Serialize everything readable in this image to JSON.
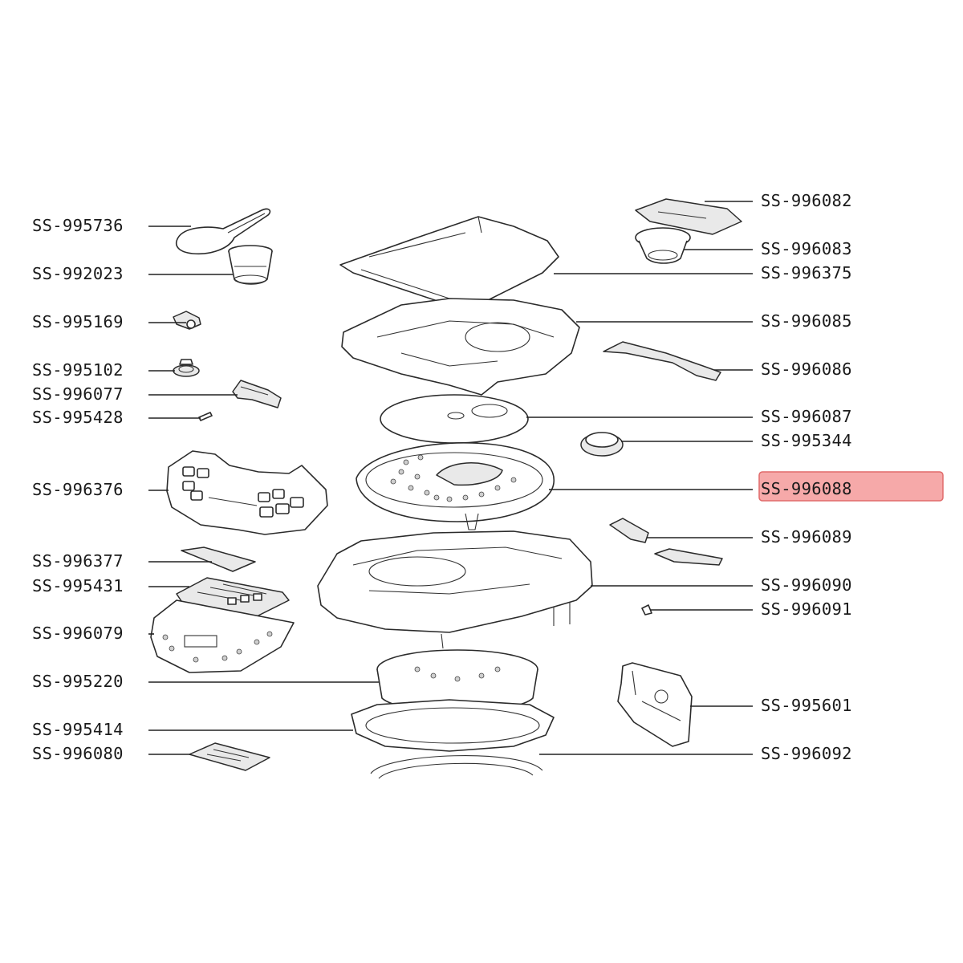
{
  "labels": {
    "ss_995736": "SS-995736",
    "ss_992023": "SS-992023",
    "ss_995169": "SS-995169",
    "ss_995102": "SS-995102",
    "ss_996077": "SS-996077",
    "ss_995428": "SS-995428",
    "ss_996376": "SS-996376",
    "ss_996377": "SS-996377",
    "ss_995431": "SS-995431",
    "ss_996079": "SS-996079",
    "ss_995220": "SS-995220",
    "ss_995414": "SS-995414",
    "ss_996080": "SS-996080",
    "ss_996082": "SS-996082",
    "ss_996083": "SS-996083",
    "ss_996375": "SS-996375",
    "ss_996085": "SS-996085",
    "ss_996086": "SS-996086",
    "ss_996087": "SS-996087",
    "ss_995344": "SS-995344",
    "ss_996088": "SS-996088",
    "ss_996089": "SS-996089",
    "ss_996090": "SS-996090",
    "ss_996091": "SS-996091",
    "ss_995601": "SS-995601",
    "ss_996092": "SS-996092"
  },
  "highlighted_part": "SS-996088",
  "colors": {
    "highlight_fill": "#f6a9a9",
    "highlight_border": "#e06a6a",
    "line": "#222222"
  }
}
